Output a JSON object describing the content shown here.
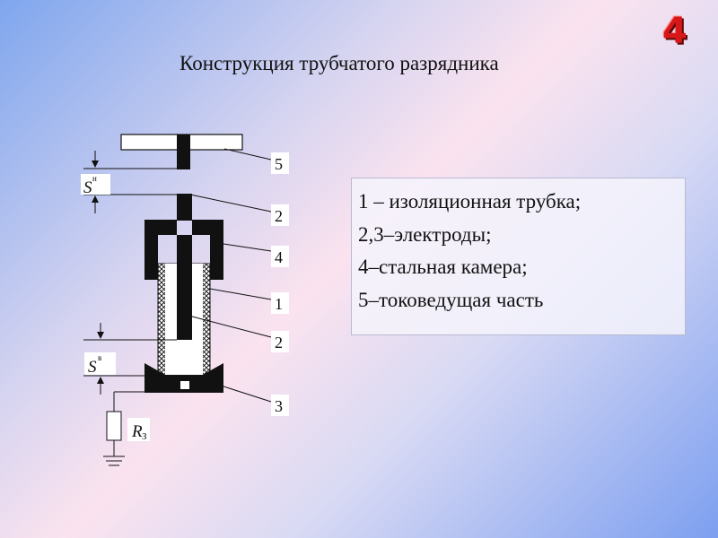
{
  "slide": {
    "title": "Конструкция трубчатого разрядника",
    "number": "4",
    "number_color": "#d81818"
  },
  "legend": {
    "items": [
      "1 – изоляционная трубка;",
      "2,3–электроды;",
      "4–стальная камера;",
      "5–токоведущая часть"
    ]
  },
  "diagram": {
    "callouts": [
      "5",
      "2",
      "4",
      "1",
      "2",
      "3"
    ],
    "gap_external_symbol": "S",
    "gap_external_superscript": "н",
    "gap_internal_symbol": "S",
    "gap_internal_superscript": "в",
    "resistor_symbol": "R",
    "resistor_subscript": "З"
  }
}
